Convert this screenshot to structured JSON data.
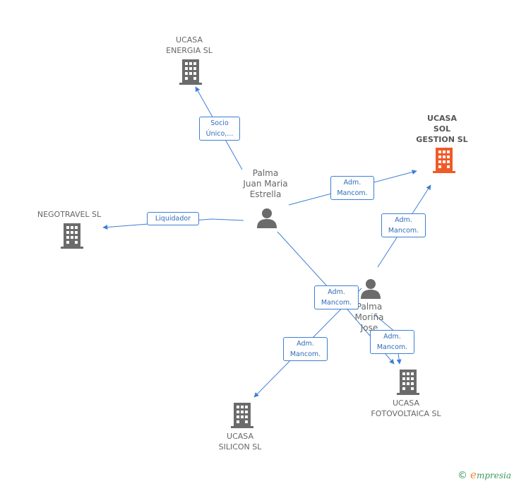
{
  "nodes": {
    "ucasa_energia": {
      "label": "UCASA\nENERGIA SL",
      "type": "company"
    },
    "ucasa_sol": {
      "label": "UCASA\nSOL\nGESTION SL",
      "type": "company-focus"
    },
    "negotravel": {
      "label": "NEGOTRAVEL SL",
      "type": "company"
    },
    "palma_juan": {
      "label": "Palma\nJuan Maria\nEstrella",
      "type": "person"
    },
    "palma_morina": {
      "label": "Palma\nMoriña\nJose",
      "type": "person"
    },
    "ucasa_foto": {
      "label": "UCASA\nFOTOVOLTAICA SL",
      "type": "company"
    },
    "ucasa_silicon": {
      "label": "UCASA\nSILICON SL",
      "type": "company"
    }
  },
  "edges": {
    "juan_energia": "Socio\nÚnico,...",
    "juan_sol": "Adm.\nMancom.",
    "juan_negotravel": "Liquidador",
    "morina_sol": "Adm.\nMancom.",
    "juan_foto": "Adm.\nMancom.",
    "morina_silicon": "Adm.\nMancom.",
    "morina_foto": "Adm.\nMancom."
  },
  "colors": {
    "edge": "#3d7fd4",
    "company": "#6b6b6b",
    "focus": "#f05a28",
    "person": "#6b6b6b"
  },
  "copyright": {
    "symbol": "©",
    "brand_initial": "e",
    "brand_rest": "mpresia"
  }
}
